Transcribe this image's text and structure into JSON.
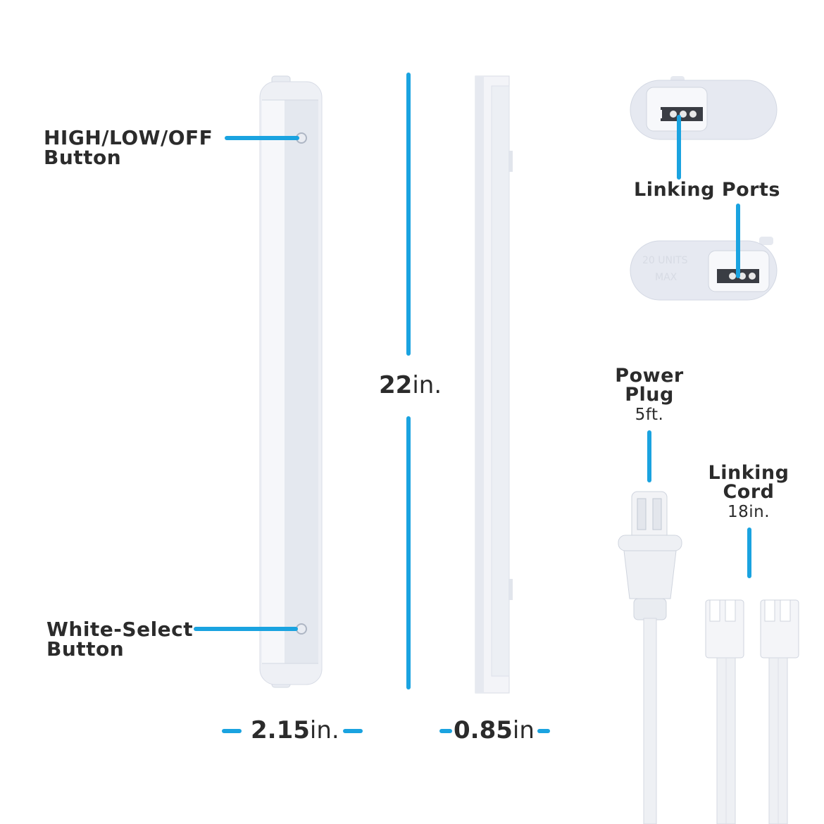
{
  "colors": {
    "accent": "#1aa3e0",
    "text": "#2b2b2b",
    "product": "#eef0f5",
    "product_edge": "#d6dbe6"
  },
  "labels": {
    "high_low_off_line1": "HIGH/LOW/OFF",
    "high_low_off_line2": "Button",
    "white_select_line1": "White-Select",
    "white_select_line2": "Button",
    "linking_ports": "Linking Ports",
    "power_plug_line1": "Power",
    "power_plug_line2": "Plug",
    "power_plug_length": "5ft.",
    "linking_cord_line1": "Linking",
    "linking_cord_line2": "Cord",
    "linking_cord_length": "18in."
  },
  "dimensions": {
    "length_value": "22",
    "length_unit": "in.",
    "width_value": "2.15",
    "width_unit": "in.",
    "depth_value": "0.85",
    "depth_unit": "in"
  },
  "port_cap_text_line1": "20 UNITS",
  "port_cap_text_line2": "MAX"
}
